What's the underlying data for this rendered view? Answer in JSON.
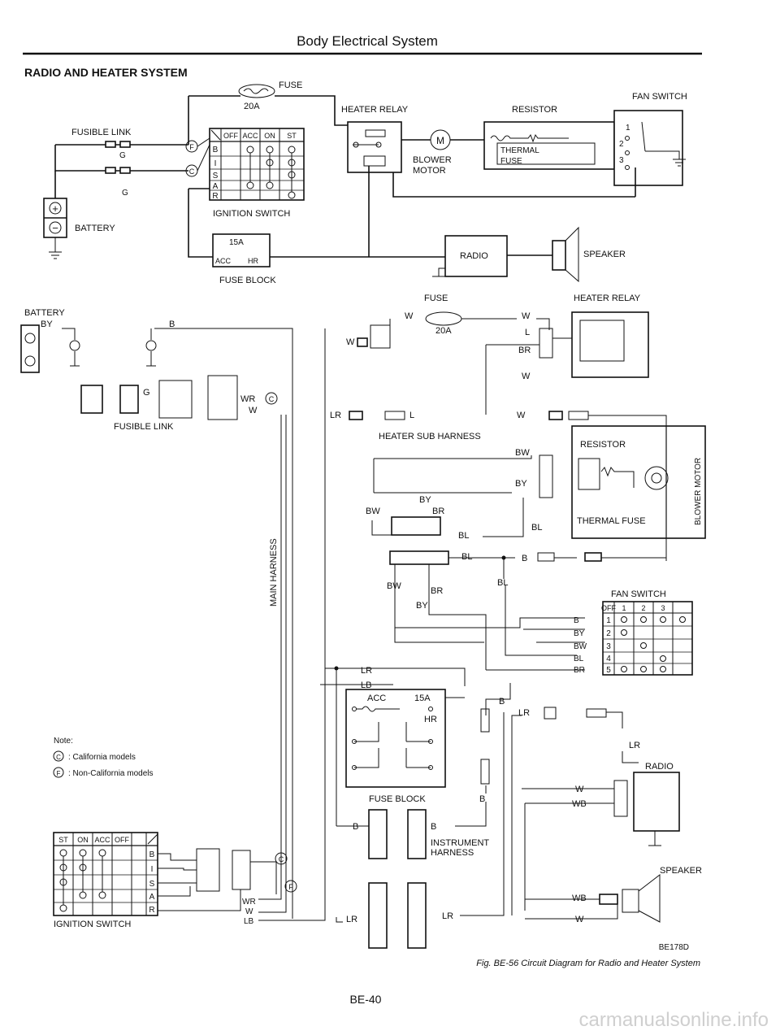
{
  "page": {
    "header": "Body Electrical System",
    "section_title": "RADIO AND HEATER SYSTEM",
    "page_number": "BE-40",
    "figure_id": "BE178D",
    "caption": "Fig. BE-56 Circuit Diagram for Radio and Heater System",
    "watermark": "carmanualsonline.info"
  },
  "top_schematic": {
    "fuse_label": "FUSE",
    "fuse_rating": "20A",
    "fusible_link": "FUSIBLE LINK",
    "g1": "G",
    "g2": "G",
    "battery": "BATTERY",
    "plus": "+",
    "minus": "−",
    "circled_f": "F",
    "circled_c": "C",
    "ignition_switch": "IGNITION SWITCH",
    "ign_headers": [
      "OFF",
      "ACC",
      "ON",
      "ST"
    ],
    "ign_rows": [
      "B",
      "I",
      "S",
      "A",
      "R"
    ],
    "heater_relay": "HEATER RELAY",
    "blower_m": "M",
    "blower_motor_1": "BLOWER",
    "blower_motor_2": "MOTOR",
    "resistor": "RESISTOR",
    "thermal": "THERMAL",
    "fuse_word": "FUSE",
    "fan_switch": "FAN SWITCH",
    "fan_positions": [
      "1",
      "2",
      "3"
    ],
    "fuse_block_rating": "15A",
    "acc": "ACC",
    "hr": "HR",
    "fuse_block": "FUSE BLOCK",
    "radio": "RADIO",
    "speaker": "SPEAKER"
  },
  "harness": {
    "battery": "BATTERY",
    "by": "BY",
    "b": "B",
    "g": "G",
    "wr": "WR",
    "w": "W",
    "circled_c": "C",
    "fusible_link": "FUSIBLE LINK",
    "main_harness": "MAIN HARNESS",
    "fuse": "FUSE",
    "fuse_rating": "20A",
    "heater_relay": "HEATER RELAY",
    "l": "L",
    "br": "BR",
    "lr": "LR",
    "heater_sub_harness": "HEATER SUB HARNESS",
    "bw": "BW",
    "bl": "BL",
    "resistor": "RESISTOR",
    "thermal_fuse": "THERMAL FUSE",
    "blower_motor": "BLOWER MOTOR",
    "fan_switch": "FAN SWITCH",
    "fan_headers": [
      "OFF",
      "1",
      "2",
      "3"
    ],
    "fan_rows": [
      "1",
      "2",
      "3",
      "4",
      "5"
    ],
    "fan_wires": [
      "B",
      "BY",
      "BW",
      "BL",
      "BR"
    ],
    "lb": "LB",
    "acc": "ACC",
    "fb_rating": "15A",
    "hr": "HR",
    "fuse_block": "FUSE BLOCK",
    "instrument_harness_1": "INSTRUMENT",
    "instrument_harness_2": "HARNESS",
    "radio": "RADIO",
    "wb": "WB",
    "speaker": "SPEAKER",
    "circled_f": "F"
  },
  "note": {
    "title": "Note:",
    "c_symbol": "C",
    "c_text": ": California models",
    "f_symbol": "F",
    "f_text": ": Non-California models"
  },
  "bottom_switch": {
    "headers": [
      "ST",
      "ON",
      "ACC",
      "OFF"
    ],
    "rows": [
      "B",
      "I",
      "S",
      "A",
      "R"
    ],
    "label": "IGNITION SWITCH",
    "wr": "WR",
    "w": "W",
    "lb": "LB",
    "circled_c": "C",
    "circled_f": "F"
  }
}
